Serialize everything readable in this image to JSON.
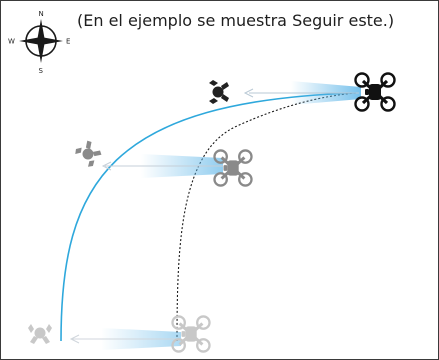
{
  "caption": "(En el ejemplo se muestra Seguir este.)",
  "compass": {
    "north": "N",
    "south": "S",
    "east": "E",
    "west": "W"
  },
  "colors": {
    "subject_path": "#2ea8dc",
    "drone_path": "#1a1a1a",
    "camera_cone": "#5fb6e8",
    "drone_current": "#111111",
    "subject_current": "#222222",
    "faded_mid": "#8a8a8a",
    "faded_old": "#c8c8c8"
  },
  "icons": {
    "compass": "compass-rose-icon",
    "drone": "quadcopter-drone-icon",
    "subject": "person-walking-icon"
  }
}
